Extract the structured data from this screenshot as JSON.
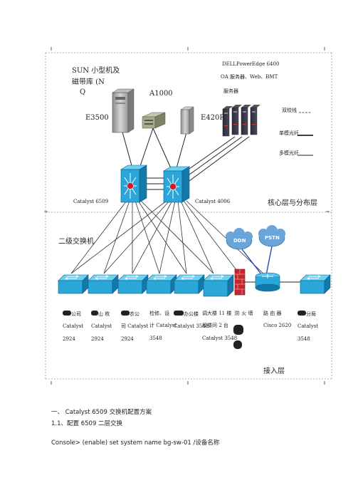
{
  "diagram": {
    "sun_label_1": "SUN 小型机及",
    "sun_label_2": "磁带库 (N",
    "sun_label_3": "Q",
    "e3500": "E3500",
    "a1000": "A1000",
    "e420r": "E420R",
    "dell_1": "DELLPowerEdge 6400",
    "dell_2": "OA 服务器、Web、BMT",
    "dell_3": "服务器",
    "legend_double": "双绞线",
    "legend_single": "单模光纤",
    "legend_multi": "多模光纤",
    "catalyst_6509": "Catalyst 6509",
    "catalyst_4006": "Catalyst 4006",
    "core_layer": "核心层与分布层",
    "second_level": "二级交换机",
    "ddn": "DDN",
    "pstn": "PSTN",
    "sw1": [
      "公司",
      "Catalyst",
      "2924"
    ],
    "sw2": [
      "山 枚",
      "Catalyst",
      "2924"
    ],
    "sw3": [
      "农公",
      "司 Catalyst",
      "2924"
    ],
    "sw4": [
      "检修、设",
      "计 Catalyst",
      "3548"
    ],
    "sw5": [
      "办公楼",
      "Catalyst 3548"
    ],
    "sw6": [
      "调大楼 11 楼",
      "段楼间 2 台",
      "Catalyst 3548"
    ],
    "firewall": "防 火 墙",
    "router": [
      "路 由 器",
      "Cisco 2620"
    ],
    "sw8": [
      "分局",
      "Catalyst",
      "3548"
    ],
    "access_layer": "接入层"
  },
  "text": {
    "heading": "一、 Catalyst 6509 交换机配置方案",
    "subheading": "1.1、配置 6509 二层交换",
    "code": "Console> (enable) set system name bg-sw-01 /设备名称"
  },
  "colors": {
    "switch_blue": "#2aa7d8",
    "switch_dark": "#1772a3",
    "hub_red": "#d21a2a",
    "firewall_red": "#c8262c",
    "cloud_blue": "#6aa4d9"
  }
}
